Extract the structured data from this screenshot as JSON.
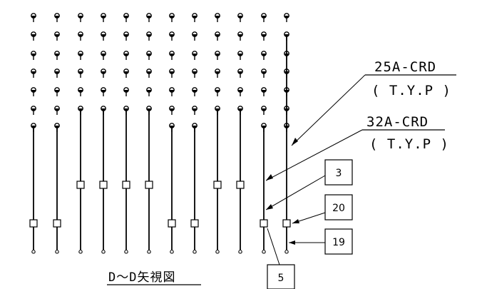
{
  "drawing": {
    "title": "D～D矢視図",
    "callouts": [
      {
        "id": "label-25a",
        "text": "25A-CRD",
        "sub": "( T.Y.P )"
      },
      {
        "id": "label-32a",
        "text": "32A-CRD",
        "sub": "( T.Y.P )"
      }
    ],
    "item_numbers": [
      "3",
      "20",
      "19",
      "5"
    ],
    "columns": [
      {
        "pipe_length": "short"
      },
      {
        "pipe_length": "short"
      },
      {
        "pipe_length": "medium"
      },
      {
        "pipe_length": "medium"
      },
      {
        "pipe_length": "medium"
      },
      {
        "pipe_length": "medium"
      },
      {
        "pipe_length": "short"
      },
      {
        "pipe_length": "short"
      },
      {
        "pipe_length": "medium"
      },
      {
        "pipe_length": "medium"
      },
      {
        "pipe_length": "short"
      },
      {
        "pipe_length": "long"
      }
    ],
    "colors": {
      "line": "#000000",
      "background": "#ffffff"
    }
  }
}
